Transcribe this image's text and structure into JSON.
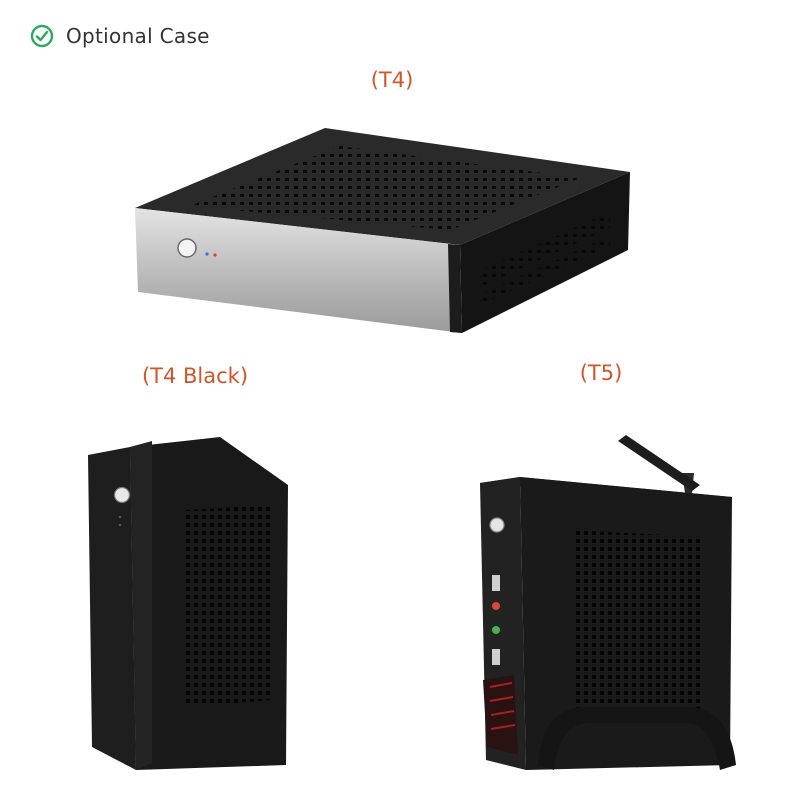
{
  "header": {
    "title": "Optional Case",
    "icon": "check-circle-icon",
    "icon_color": "#2aaa5a"
  },
  "products": [
    {
      "label": "(T4)",
      "image": "t4-silver-front-case-image"
    },
    {
      "label": "(T4  Black)",
      "image": "t4-black-tower-case-image"
    },
    {
      "label": "(T5)",
      "image": "t5-case-with-antenna-image"
    }
  ],
  "colors": {
    "label": "#d2552a",
    "title": "#333333",
    "case_body": "#1b1b1b",
    "front_panel": "#c8c8c8"
  }
}
